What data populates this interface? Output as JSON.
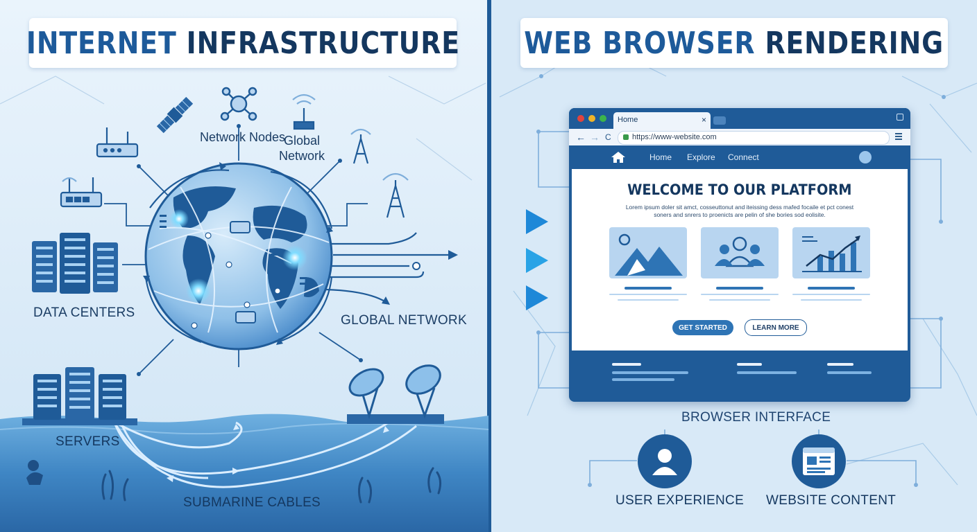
{
  "left_panel": {
    "title_part1": "INTERNET",
    "title_part2": "INFRASTRUCTURE",
    "labels": {
      "network_nodes": "Network Nodes",
      "global_network_a": "Global",
      "global_network_b": "Network",
      "data_centers": "DATA CENTERS",
      "global_network": "GLOBAL NETWORK",
      "servers": "SERVERS",
      "submarine_cables": "SUBMARINE CABLES"
    }
  },
  "right_panel": {
    "title_part1": "WEB BROWSER",
    "title_part2": "RENDERING",
    "browser": {
      "tab_title": "Home",
      "tab_close": "×",
      "back": "←",
      "forward": "→",
      "reload": "C",
      "url": "https://www-website.com",
      "nav_links": [
        "Home",
        "Explore",
        "Connect"
      ],
      "headline": "WELCOME TO OUR PLATFORM",
      "lorem_line1": "Lorem ipsum doler sit amct, cosseuttonut and iteissing dess mafed focaile et pct conest",
      "lorem_line2": "soners and snrers to proenicts are pelin of she bories sod eolisite.",
      "primary_button": "GET STARTED",
      "secondary_button": "LEARN MORE"
    },
    "labels": {
      "browser_interface": "BROWSER INTERFACE",
      "user_experience": "USER EXPERIENCE",
      "website_content": "WEBSITE CONTENT"
    }
  },
  "colors": {
    "primary_dark": "#14375f",
    "primary": "#1f5b98",
    "accent": "#2e74b5",
    "light": "#b8d5f0",
    "glow": "#5ec8f5"
  },
  "icons": [
    "satellite-icon",
    "network-node-icon",
    "cell-tower-icon",
    "router-icon",
    "server-rack-icon",
    "globe-icon",
    "satellite-dish-icon",
    "arrow-icon",
    "home-icon",
    "user-icon",
    "image-icon",
    "people-icon",
    "chart-icon",
    "webpage-icon"
  ]
}
